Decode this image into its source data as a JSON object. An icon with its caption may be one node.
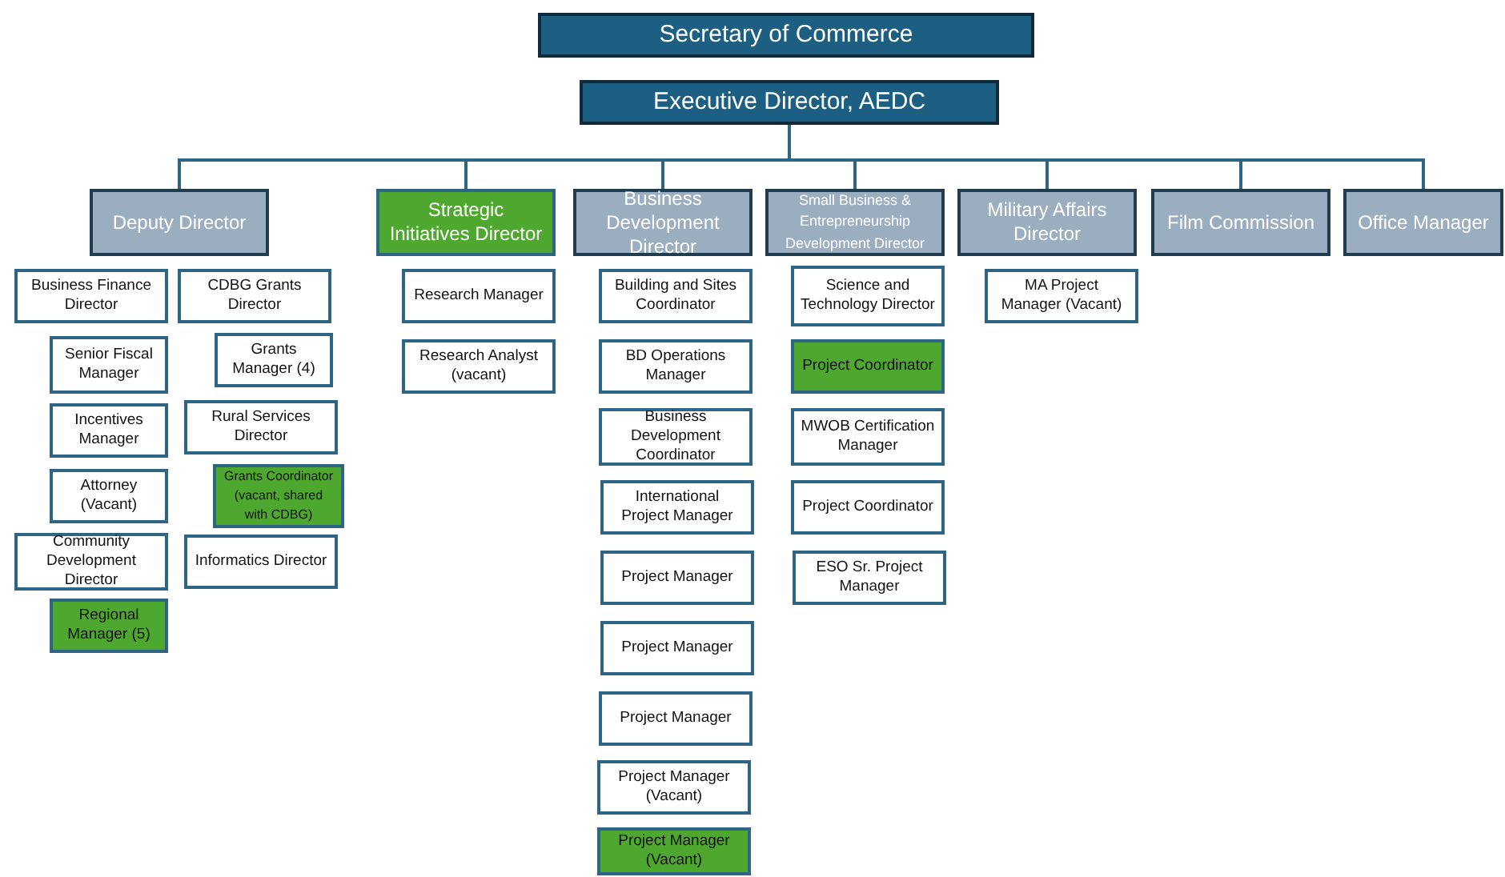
{
  "diagram": {
    "nodes": [
      {
        "text": [
          "Secretary of Commerce"
        ]
      },
      {
        "text": [
          "Executive Director, AEDC"
        ]
      },
      {
        "text": [
          "Deputy Director"
        ]
      },
      {
        "text": [
          "Strategic Initiatives Director"
        ]
      },
      {
        "text": [
          "Business Development Director"
        ]
      },
      {
        "text": [
          "Small Business & Entrepreneurship Development Director"
        ]
      },
      {
        "text": [
          "Military Affairs Director"
        ]
      },
      {
        "text": [
          "Film Commission"
        ]
      },
      {
        "text": [
          "Office Manager"
        ]
      },
      {
        "text": [
          "Business Finance Director"
        ]
      },
      {
        "text": [
          "Senior Fiscal Manager"
        ]
      },
      {
        "text": [
          "Incentives Manager"
        ]
      },
      {
        "text": [
          "Attorney (Vacant)"
        ]
      },
      {
        "text": [
          "Community Development Director"
        ]
      },
      {
        "text": [
          "Regional Manager (5)"
        ]
      },
      {
        "text": [
          "CDBG Grants Director"
        ]
      },
      {
        "text": [
          "Grants Manager (4)"
        ]
      },
      {
        "text": [
          "Rural Services Director"
        ]
      },
      {
        "text": [
          "Grants Coordinator (vacant, shared with CDBG)"
        ]
      },
      {
        "text": [
          "Informatics Director"
        ]
      },
      {
        "text": [
          "Research Manager"
        ]
      },
      {
        "text": [
          "Research Analyst (vacant)"
        ]
      },
      {
        "text": [
          "Building and Sites Coordinator"
        ]
      },
      {
        "text": [
          "BD Operations Manager"
        ]
      },
      {
        "text": [
          "Business Development Coordinator"
        ]
      },
      {
        "text": [
          "International Project Manager"
        ]
      },
      {
        "text": [
          "Project Manager"
        ]
      },
      {
        "text": [
          "Project Manager"
        ]
      },
      {
        "text": [
          "Project Manager"
        ]
      },
      {
        "text": [
          "Project Manager (Vacant)"
        ]
      },
      {
        "text": [
          "Project Manager (Vacant)"
        ]
      },
      {
        "text": [
          "Science and Technology Director"
        ]
      },
      {
        "text": [
          "Project Coordinator"
        ]
      },
      {
        "text": [
          "MWOB Certification Manager"
        ]
      },
      {
        "text": [
          "Project Coordinator"
        ]
      },
      {
        "text": [
          "ESO Sr. Project Manager"
        ]
      },
      {
        "text": [
          "MA Project Manager (Vacant)"
        ]
      }
    ],
    "edges": [
      {
        "from": 1,
        "to": 2,
        "arrow": "none"
      },
      {
        "from": 1,
        "to": 3,
        "arrow": "none"
      },
      {
        "from": 1,
        "to": 4,
        "arrow": "none"
      },
      {
        "from": 1,
        "to": 5,
        "arrow": "none"
      },
      {
        "from": 1,
        "to": 6,
        "arrow": "none"
      },
      {
        "from": 1,
        "to": 7,
        "arrow": "none"
      },
      {
        "from": 1,
        "to": 8,
        "arrow": "none"
      }
    ]
  }
}
